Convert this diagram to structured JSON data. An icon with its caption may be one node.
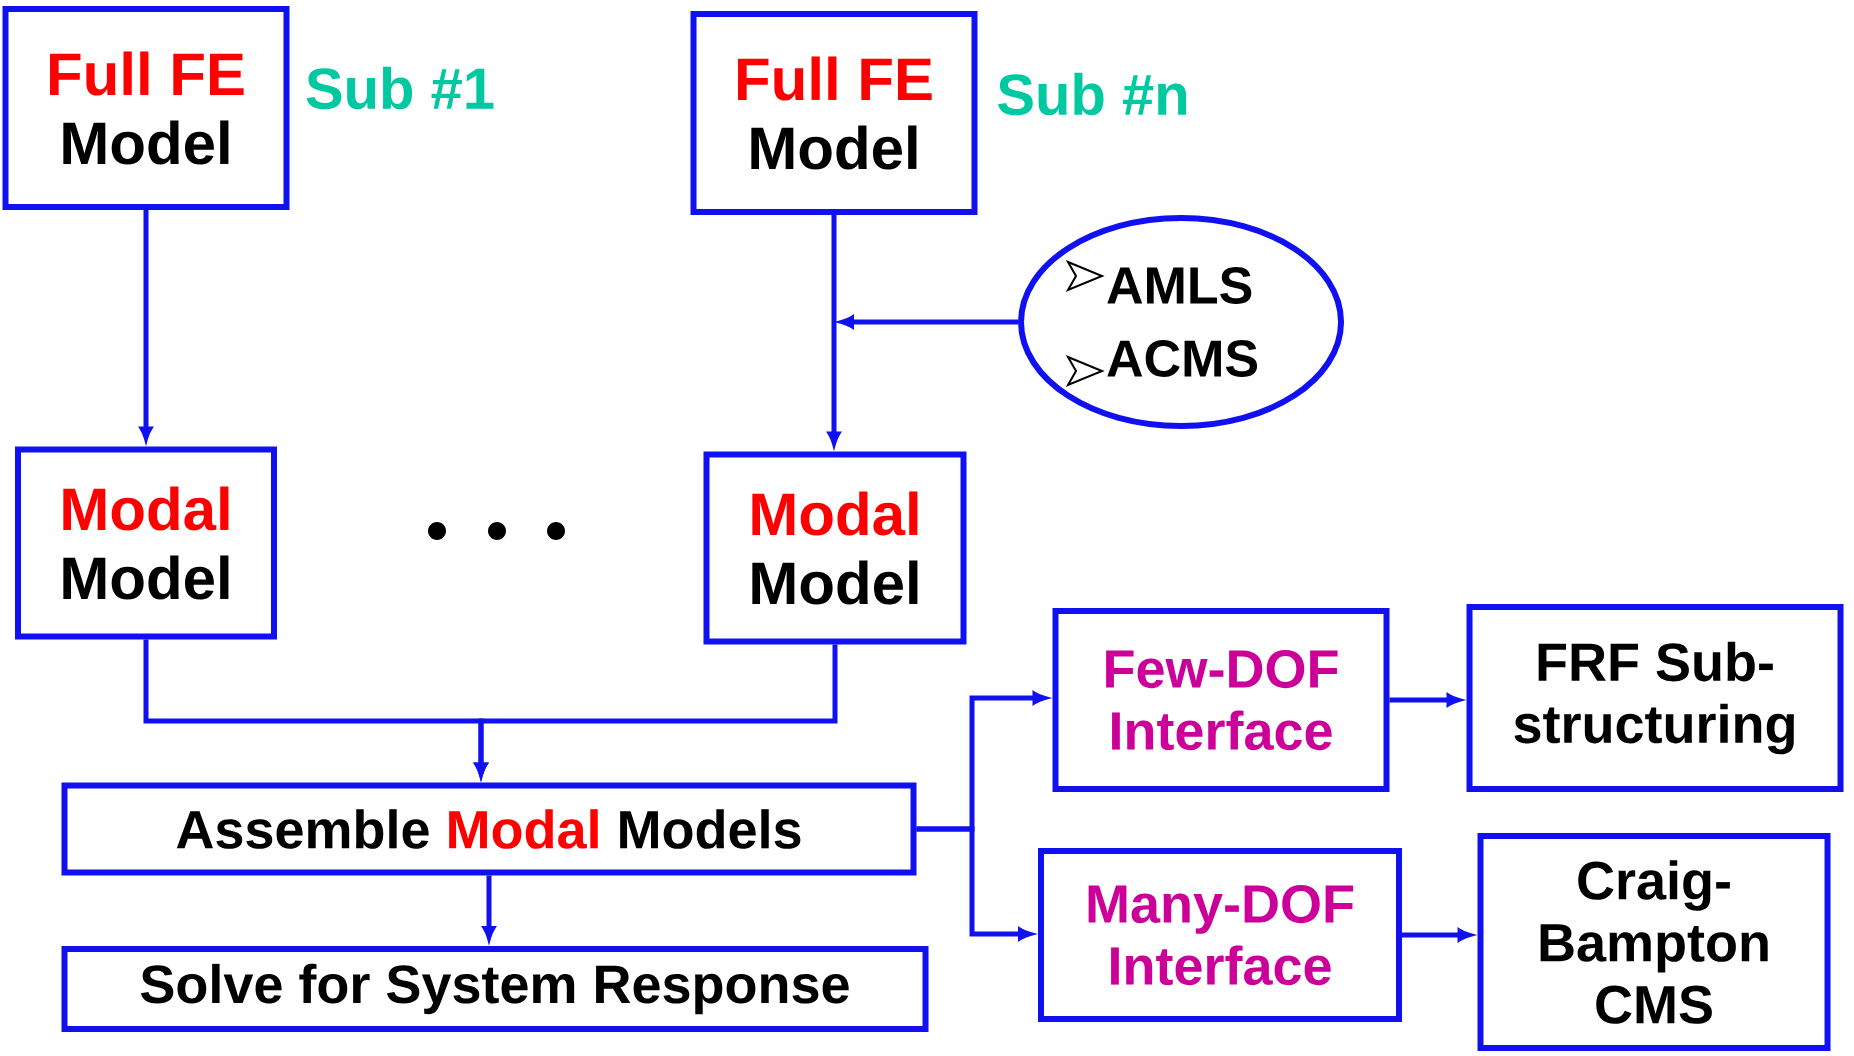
{
  "diagram": {
    "nodes": [
      {
        "text": [
          "Full FE",
          "Model"
        ],
        "beside": [
          "Sub #1"
        ]
      },
      {
        "text": [
          "Full FE",
          "Model"
        ],
        "beside": [
          "Sub #n"
        ]
      },
      {
        "text": [
          "AMLS",
          "ACMS"
        ]
      },
      {
        "text": [
          "Modal",
          "Model"
        ]
      },
      {
        "text": [
          "Modal",
          "Model"
        ]
      },
      {
        "text": [
          "Assemble",
          "Modal",
          "Models"
        ]
      },
      {
        "text": [
          "Solve for System Response"
        ]
      },
      {
        "text": [
          "Few-DOF",
          "Interface"
        ]
      },
      {
        "text": [
          "FRF Sub-",
          "structuring"
        ]
      },
      {
        "text": [
          "Many-DOF",
          "Interface"
        ]
      },
      {
        "text": [
          "Craig-",
          "Bampton",
          "CMS"
        ]
      }
    ],
    "edges": [
      {
        "from": 0,
        "to": 3,
        "arrow": "to"
      },
      {
        "from": 1,
        "to": 4,
        "arrow": "to"
      },
      {
        "from": 2,
        "to": null,
        "arrow": "to"
      },
      {
        "from": 3,
        "to": 5,
        "arrow": "to"
      },
      {
        "from": 4,
        "to": 5,
        "arrow": "to"
      },
      {
        "from": 5,
        "to": 6,
        "arrow": "to"
      },
      {
        "from": 5,
        "to": 7,
        "arrow": "to"
      },
      {
        "from": 5,
        "to": 9,
        "arrow": "to"
      },
      {
        "from": 7,
        "to": 8,
        "arrow": "to"
      },
      {
        "from": 9,
        "to": 10,
        "arrow": "to"
      }
    ]
  }
}
